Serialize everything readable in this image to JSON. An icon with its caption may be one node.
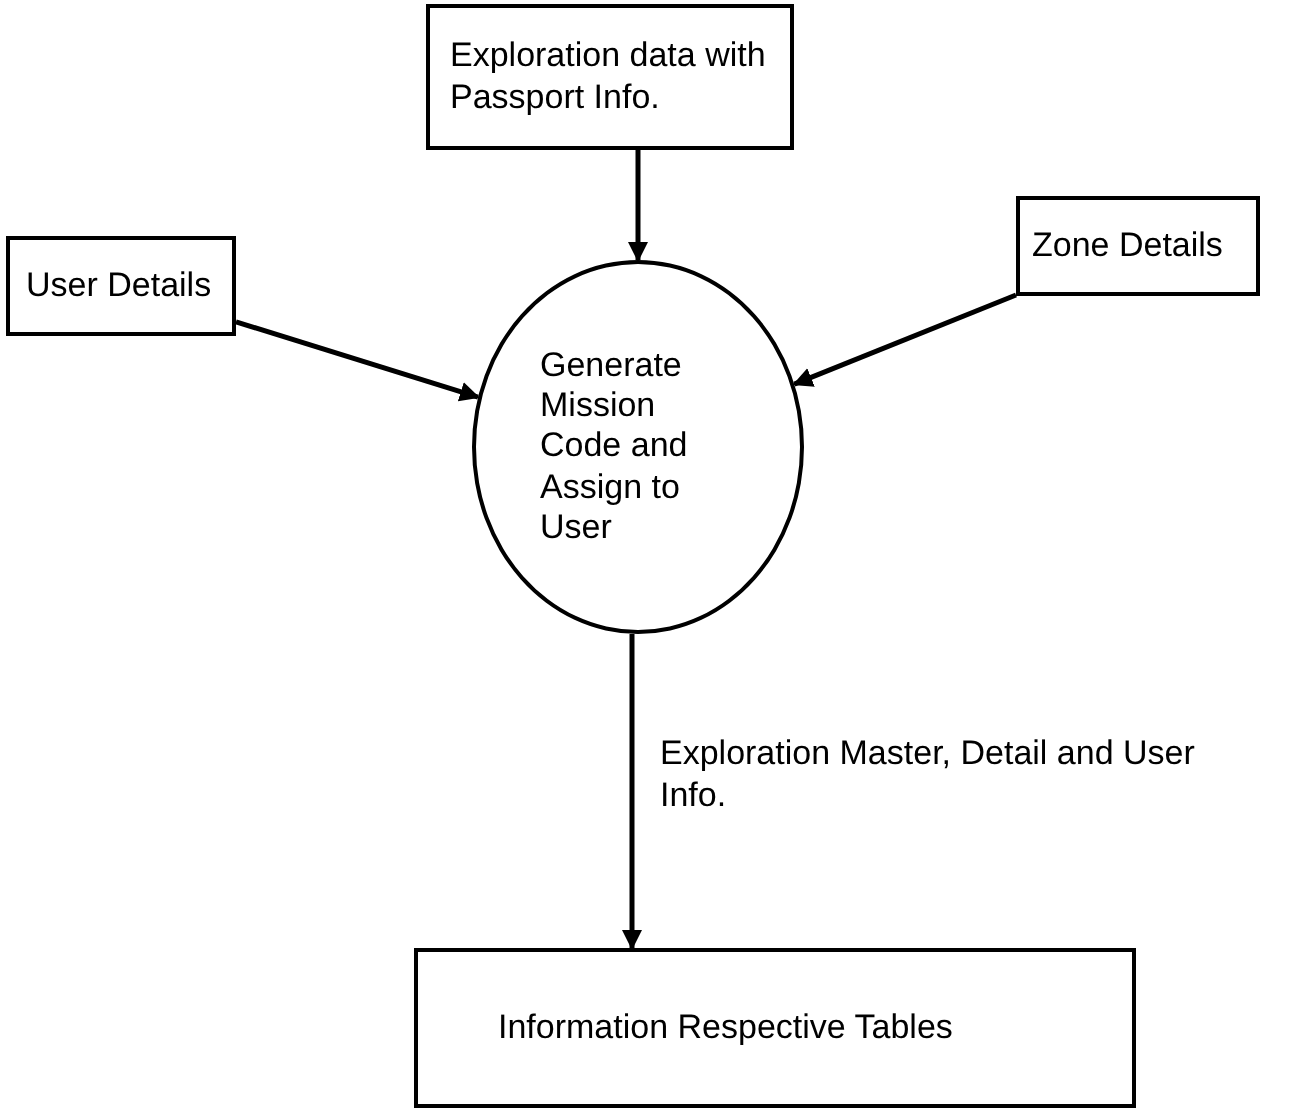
{
  "diagram": {
    "nodes": [
      {
        "text": [
          "Exploration data with Passport Info."
        ]
      },
      {
        "text": [
          "Zone Details"
        ]
      },
      {
        "text": [
          "User Details"
        ]
      },
      {
        "text": [
          "Generate Mission Code and Assign to User"
        ]
      },
      {
        "text": [
          "Information Respective Tables"
        ]
      }
    ],
    "edges": [
      {
        "from": 0,
        "to": 3,
        "arrow": "to"
      },
      {
        "from": 1,
        "to": 3,
        "arrow": "to"
      },
      {
        "from": 2,
        "to": 3,
        "arrow": "to"
      },
      {
        "from": 3,
        "to": 4,
        "arrow": "to",
        "label": "Exploration Master, Detail and User Info."
      }
    ]
  }
}
